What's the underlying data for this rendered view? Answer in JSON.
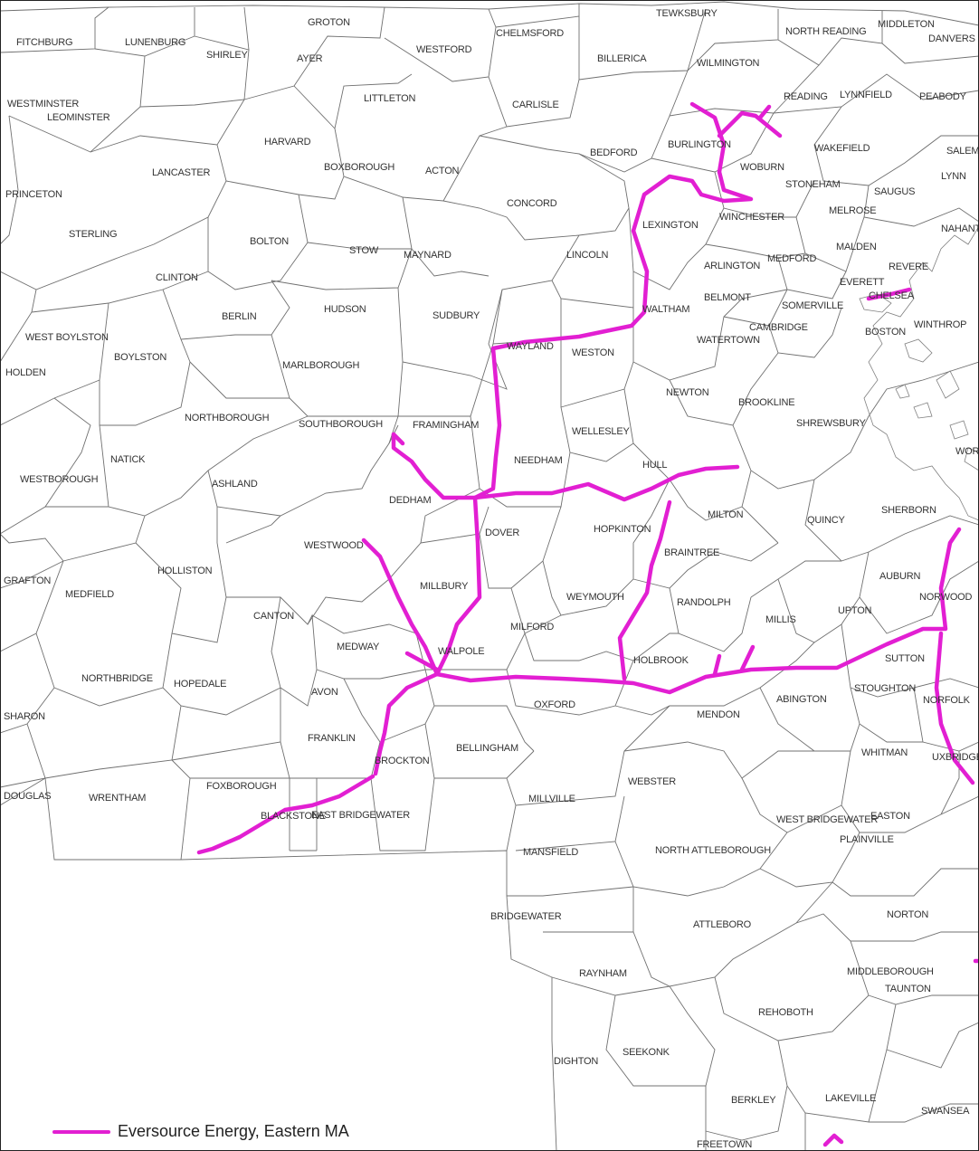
{
  "legend": {
    "label": "Eversource Energy, Eastern MA",
    "color": "#e21fd2"
  },
  "colors": {
    "boundary": "#707070",
    "water": "#808080",
    "line": "#e21fd2",
    "label": "#333333"
  },
  "towns": [
    "GROTON",
    "TEWKSBURY",
    "NORTH READING",
    "MIDDLETON",
    "DANVERS",
    "FITCHBURG",
    "LUNENBURG",
    "SHIRLEY",
    "AYER",
    "WESTFORD",
    "CHELMSFORD",
    "BILLERICA",
    "WILMINGTON",
    "WESTMINSTER",
    "LEOMINSTER",
    "LITTLETON",
    "CARLISLE",
    "READING",
    "LYNNFIELD",
    "PEABODY",
    "HARVARD",
    "BEDFORD",
    "BURLINGTON",
    "WAKEFIELD",
    "SALEM",
    "LANCASTER",
    "BOXBOROUGH",
    "ACTON",
    "WOBURN",
    "LYNN",
    "STONEHAM",
    "SAUGUS",
    "PRINCETON",
    "CONCORD",
    "WINCHESTER",
    "MELROSE",
    "LEXINGTON",
    "STERLING",
    "BOLTON",
    "STOW",
    "MAYNARD",
    "LINCOLN",
    "MALDEN",
    "NAHANT",
    "ARLINGTON",
    "MEDFORD",
    "REVERE",
    "CLINTON",
    "EVERETT",
    "CHELSEA",
    "BERLIN",
    "HUDSON",
    "SUDBURY",
    "BELMONT",
    "SOMERVILLE",
    "WALTHAM",
    "WINTHROP",
    "WEST BOYLSTON",
    "CAMBRIDGE",
    "BOSTON",
    "WATERTOWN",
    "WAYLAND",
    "WESTON",
    "BOYLSTON",
    "HOLDEN",
    "MARLBOROUGH",
    "NEWTON",
    "BROOKLINE",
    "NORTHBOROUGH",
    "SOUTHBOROUGH",
    "FRAMINGHAM",
    "WELLESLEY",
    "SHREWSBURY",
    "NATICK",
    "NEEDHAM",
    "HULL",
    "WORCESTER",
    "WESTBOROUGH",
    "ASHLAND",
    "DEDHAM",
    "MILTON",
    "QUINCY",
    "SHERBORN",
    "DOVER",
    "HOPKINTON",
    "WESTWOOD",
    "BRAINTREE",
    "AUBURN",
    "GRAFTON",
    "HOLLISTON",
    "MILLBURY",
    "MEDFIELD",
    "WEYMOUTH",
    "NORWOOD",
    "RANDOLPH",
    "UPTON",
    "CANTON",
    "MILLIS",
    "MILFORD",
    "MEDWAY",
    "WALPOLE",
    "HOLBROOK",
    "SUTTON",
    "NORTHBRIDGE",
    "HOPEDALE",
    "AVON",
    "STOUGHTON",
    "ABINGTON",
    "NORFOLK",
    "OXFORD",
    "SHARON",
    "MENDON",
    "FRANKLIN",
    "BELLINGHAM",
    "BROCKTON",
    "WHITMAN",
    "UXBRIDGE",
    "FOXBOROUGH",
    "WEBSTER",
    "DOUGLAS",
    "WRENTHAM",
    "MILLVILLE",
    "BLACKSTONE",
    "EAST BRIDGEWATER",
    "EASTON",
    "WEST BRIDGEWATER",
    "PLAINVILLE",
    "MANSFIELD",
    "NORTH ATTLEBOROUGH",
    "BRIDGEWATER",
    "NORTON",
    "ATTLEBORO",
    "RAYNHAM",
    "MIDDLEBOROUGH",
    "TAUNTON",
    "REHOBOTH",
    "SEEKONK",
    "DIGHTON",
    "BERKLEY",
    "LAKEVILLE",
    "SWANSEA",
    "FREETOWN"
  ]
}
